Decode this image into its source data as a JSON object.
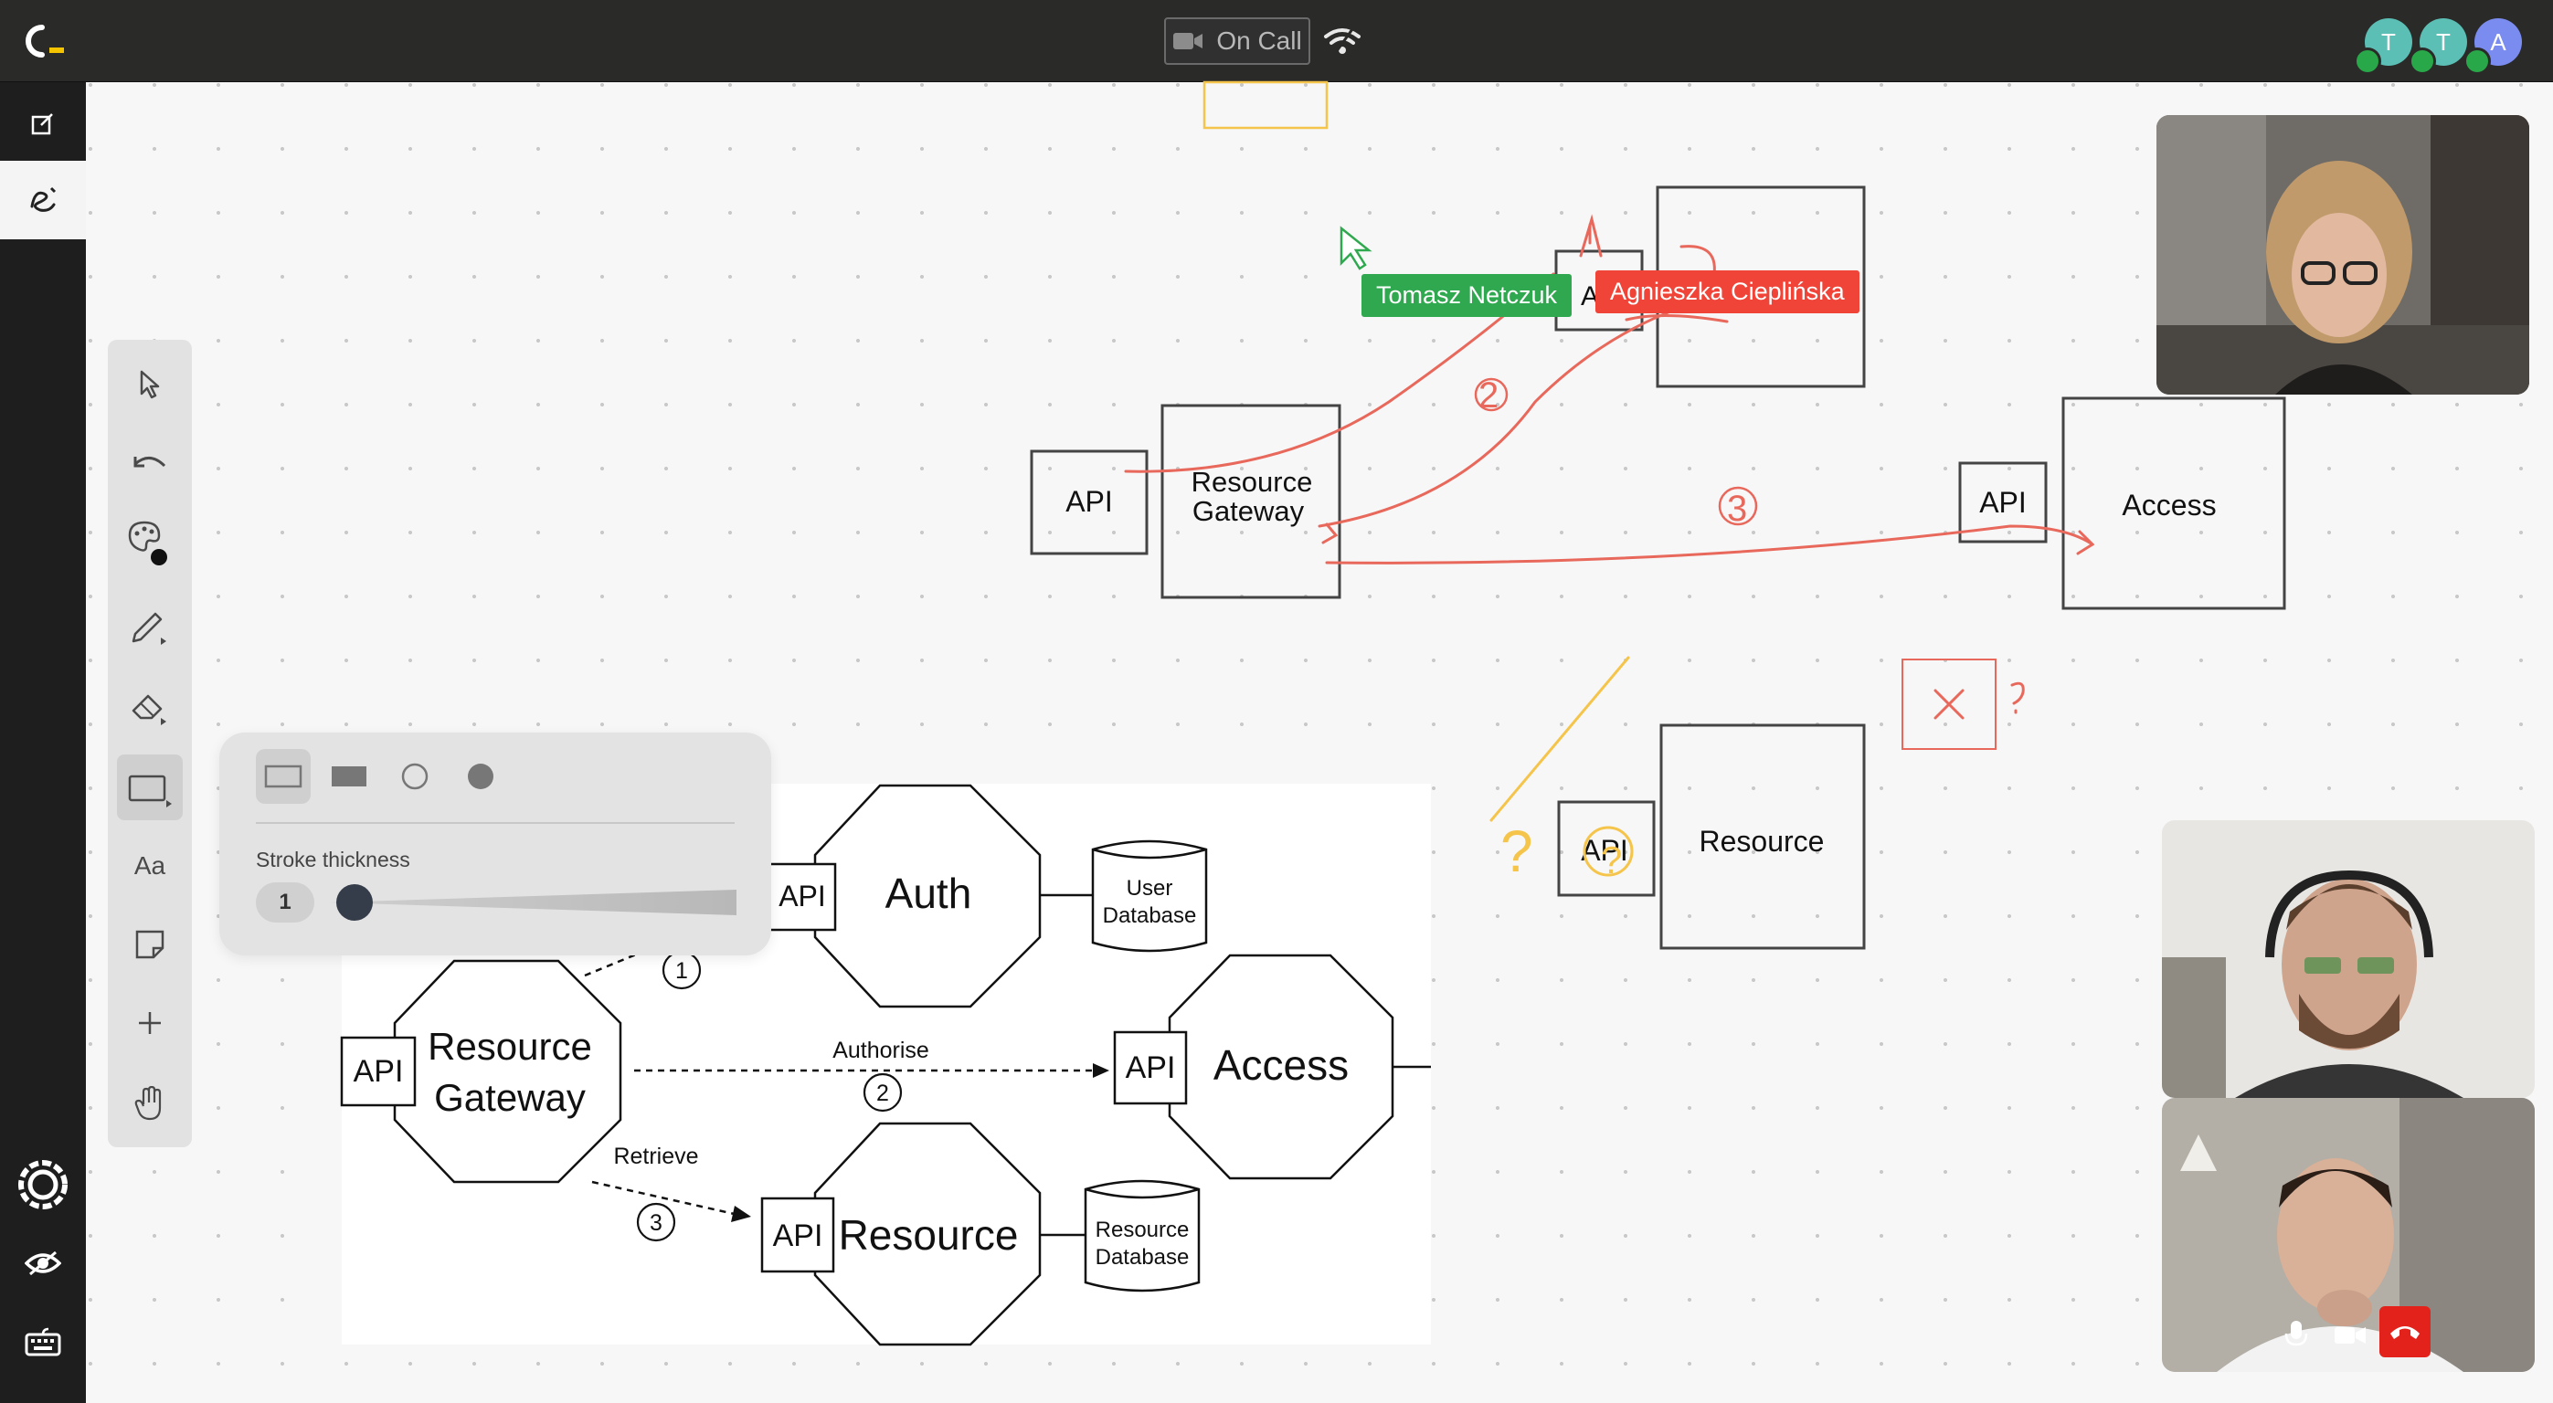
{
  "topbar": {
    "call_status": "On Call",
    "avatars": [
      {
        "initial": "T",
        "color": "#5bbfb5"
      },
      {
        "initial": "T",
        "color": "#5bbfb5"
      },
      {
        "initial": "A",
        "color": "#7a8cf0"
      }
    ]
  },
  "canvas": {
    "cursors": {
      "user_1": "Tomasz Netczuk",
      "user_2": "Agnieszka Cieplińska"
    },
    "whiteboard": {
      "api_left": "API",
      "gateway_line1": "Resource",
      "gateway_line2": "Gateway",
      "api_access": "API",
      "access": "Access",
      "api_resource": "API",
      "resource": "Resource",
      "partial_a": "A",
      "annotation_2": "2",
      "annotation_3": "3",
      "question_marks": [
        "?",
        "?"
      ]
    },
    "diagram_image": {
      "api_auth": "API",
      "auth": "Auth",
      "user_db_line1": "User",
      "user_db_line2": "Database",
      "api_gateway": "API",
      "gateway_line1": "Resource",
      "gateway_line2": "Gateway",
      "authorise": "Authorise",
      "api_access": "API",
      "access": "Access",
      "retrieve": "Retrieve",
      "api_resource": "API",
      "resource": "Resource",
      "resource_db_line1": "Resource",
      "resource_db_line2": "Database",
      "step_1": "1",
      "step_2": "2",
      "step_3": "3"
    }
  },
  "toolbar": {
    "text_tool_label": "Aa"
  },
  "shape_panel": {
    "stroke_label": "Stroke thickness",
    "stroke_value": "1"
  },
  "colors": {
    "accent_red": "#f04438",
    "annotation_red": "#e8685c",
    "cursor_green": "#2fa84f",
    "highlight_yellow": "#f5c44a",
    "topbar_bg": "#2a2a28"
  }
}
